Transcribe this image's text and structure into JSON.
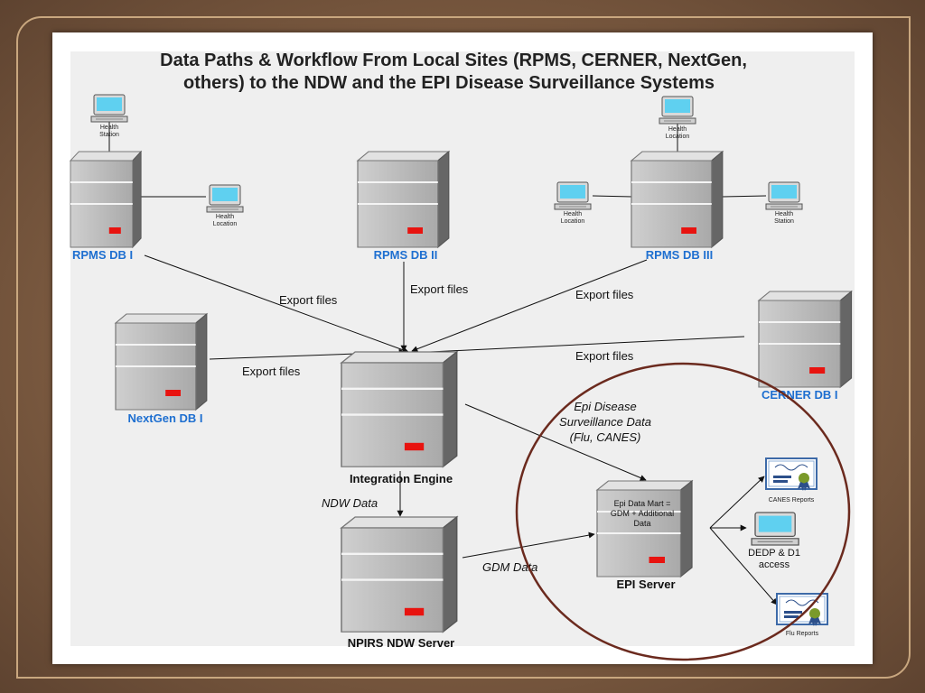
{
  "title_lines": [
    "Data Paths & Workflow From Local Sites (RPMS, CERNER, NextGen,",
    "others) to the NDW and the EPI Disease Surveillance Systems"
  ],
  "servers": {
    "rpms1": "RPMS DB I",
    "rpms2": "RPMS DB II",
    "rpms3": "RPMS DB III",
    "nextgen": "NextGen DB I",
    "cerner": "CERNER DB I",
    "integration": "Integration Engine",
    "npirs": "NPIRS NDW Server",
    "epi": "EPI Server"
  },
  "workstations": {
    "hs1": [
      "Health",
      "Station"
    ],
    "hl1": [
      "Health",
      "Location"
    ],
    "hs3top": [
      "Health",
      "Location"
    ],
    "hl3": [
      "Health",
      "Location"
    ],
    "hs3": [
      "Health",
      "Station"
    ]
  },
  "edges": {
    "e1": "Export files",
    "e2": "Export files",
    "e3": "Export files",
    "e4": "Export files",
    "e5": "Export files",
    "ndw": "NDW Data",
    "gdm": "GDM Data",
    "epi_lines": [
      "Epi Disease",
      "Surveillance Data",
      "(Flu, CANES)"
    ]
  },
  "epi_mart_lines": [
    "Epi Data Mart =",
    "GDM + Additional",
    "Data"
  ],
  "outputs": {
    "canes": "CANES Reports",
    "dedp": [
      "DEDP & D1",
      "access"
    ],
    "flu": "Flu Reports"
  }
}
